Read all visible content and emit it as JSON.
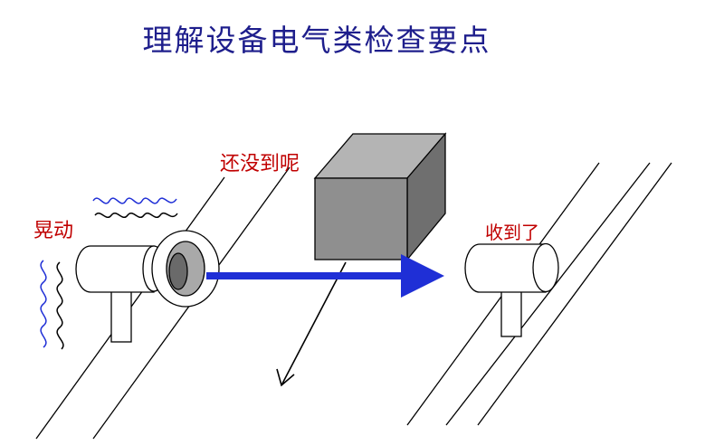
{
  "title": "理解设备电气类检查要点",
  "labels": {
    "shaking": "晃动",
    "not_yet_arrived": "还没到呢",
    "received": "收到了"
  },
  "colors": {
    "title": "#1e1e8c",
    "label_red": "#c00000",
    "beam": "#1f2fd6",
    "wave": "#1f2fd6",
    "box": "#8f8f8f"
  }
}
